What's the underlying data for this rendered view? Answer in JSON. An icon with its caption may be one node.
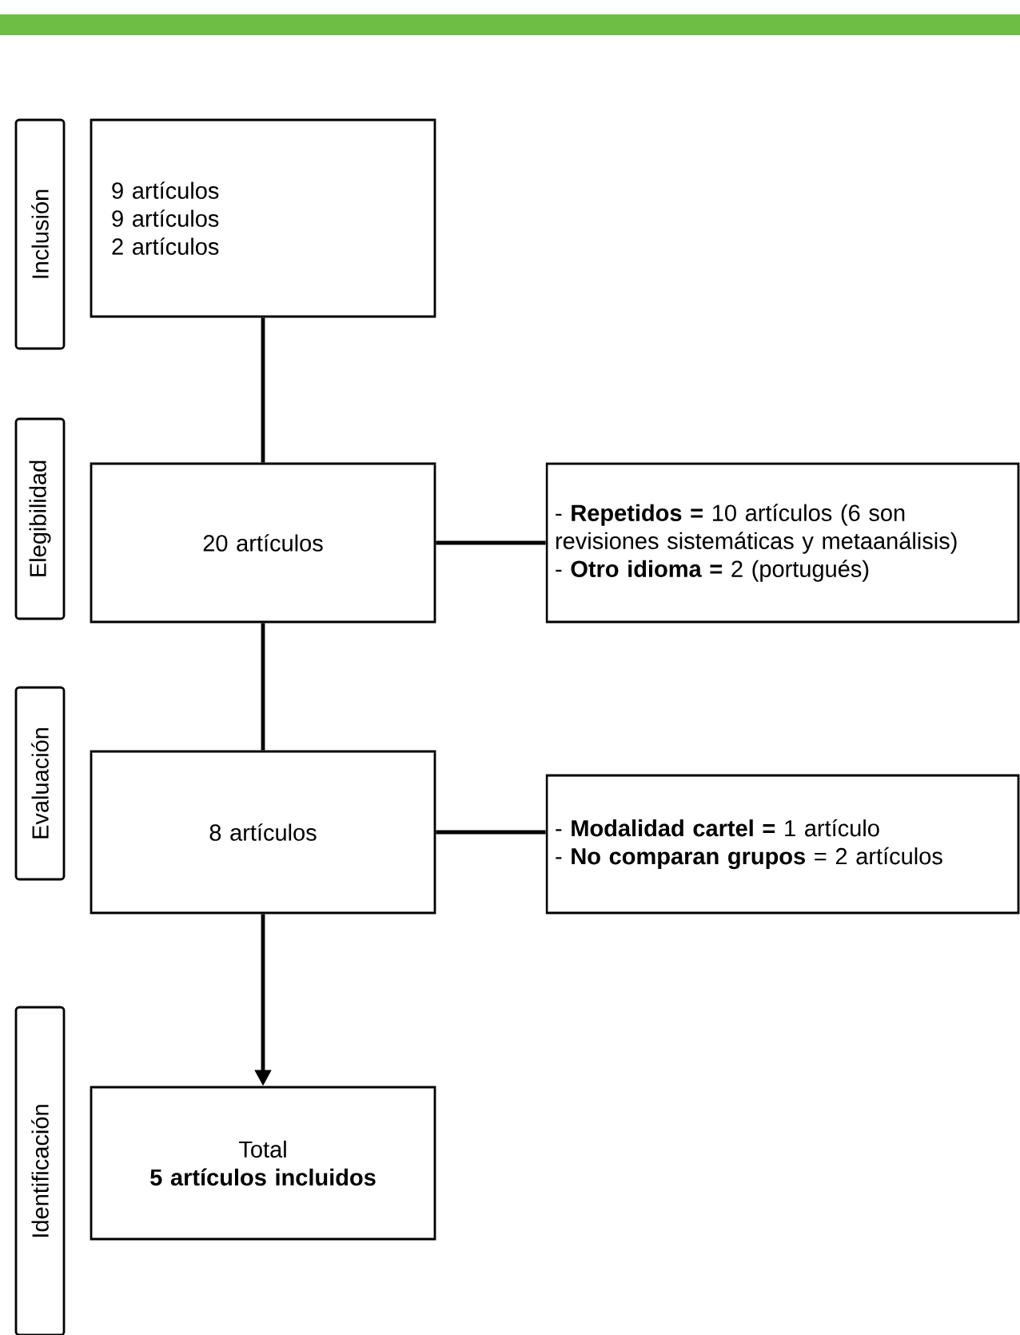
{
  "diagram": {
    "nodes": [
      {
        "text": [
          "Inclusión"
        ]
      },
      {
        "text": [
          "9 artículos",
          "9 artículos",
          "2 artículos"
        ]
      },
      {
        "text": [
          "Elegibilidad"
        ]
      },
      {
        "text": [
          "20 artículos"
        ]
      },
      {
        "text": [
          "- **Repetidos =** 10 artículos (6 son revisiones sistemáticas y metaanálisis)",
          "- **Otro idioma =** 2 (portugués)"
        ]
      },
      {
        "text": [
          "Evaluación"
        ]
      },
      {
        "text": [
          "8 artículos"
        ]
      },
      {
        "text": [
          "- **Modalidad cartel =** 1 artículo",
          "- **No comparan grupos** = 2 artículos"
        ]
      },
      {
        "text": [
          "Identificación"
        ]
      },
      {
        "text": [
          "Total",
          "5 artículos incluidos"
        ]
      }
    ],
    "edges": [
      {
        "from": 1,
        "to": 3,
        "arrow": "none"
      },
      {
        "from": 3,
        "to": 4,
        "arrow": "none"
      },
      {
        "from": 3,
        "to": 6,
        "arrow": "none"
      },
      {
        "from": 6,
        "to": 7,
        "arrow": "none"
      },
      {
        "from": 6,
        "to": 9,
        "arrow": "to"
      }
    ]
  }
}
